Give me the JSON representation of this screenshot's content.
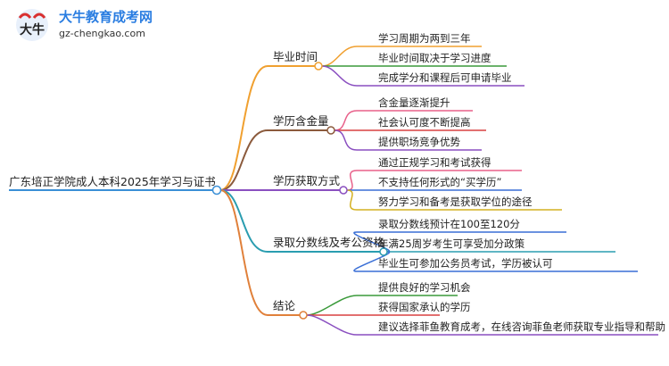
{
  "watermark": {
    "name_cn": "大牛教育成考网",
    "url": "gz-chengkao.com",
    "mark_text": "大牛"
  },
  "root": {
    "label": "广东培正学院成人本科2025年学习与证书",
    "color": "#3a8fd6"
  },
  "branches": [
    {
      "label": "毕业时间",
      "color": "#f0a030",
      "leaves": [
        "学习周期为两到三年",
        "毕业时间取决于学习进度",
        "完成学分和课程后可申请毕业"
      ],
      "leaf_colors": [
        "#f0a030",
        "#3a9a3a",
        "#8a4fc0"
      ]
    },
    {
      "label": "学历含金量",
      "color": "#8b5a3c",
      "leaves": [
        "含金量逐渐提升",
        "社会认可度不断提高",
        "提供职场竞争优势"
      ],
      "leaf_colors": [
        "#e8608a",
        "#d94040",
        "#8a4fc0"
      ]
    },
    {
      "label": "学历获取方式",
      "color": "#8a4fc0",
      "leaves": [
        "通过正规学习和考试获得",
        "不支持任何形式的“买学历”",
        "努力学习和备考是获取学位的途径"
      ],
      "leaf_colors": [
        "#e8608a",
        "#3a6fd6",
        "#d4b020"
      ]
    },
    {
      "label": "录取分数线及考公资格",
      "color": "#2a9db0",
      "leaves": [
        "录取分数线预计在100至120分",
        "年满25周岁考生可享受加分政策",
        "毕业生可参加公务员考试，学历被认可"
      ],
      "leaf_colors": [
        "#3a6fd6",
        "#2a9db0",
        "#3a6fd6"
      ]
    },
    {
      "label": "结论",
      "color": "#e0803a",
      "leaves": [
        "提供良好的学习机会",
        "获得国家承认的学历",
        "建议选择菲鱼教育成考，在线咨询菲鱼老师获取专业指导和帮助"
      ],
      "leaf_colors": [
        "#3a9a3a",
        "#d94040",
        "#8a4fc0"
      ]
    }
  ]
}
